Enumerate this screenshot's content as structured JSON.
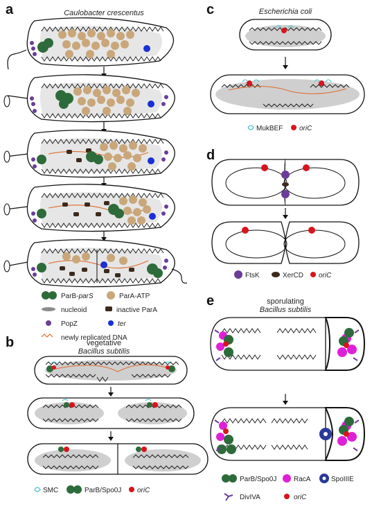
{
  "panels": {
    "a": {
      "letter": "a",
      "organism": "Caulobacter crescentus"
    },
    "b": {
      "letter": "b",
      "stage": "vegetative",
      "organism": "Bacillus subtilis"
    },
    "c": {
      "letter": "c",
      "organism": "Escherichia coli"
    },
    "d": {
      "letter": "d"
    },
    "e": {
      "letter": "e",
      "stage": "sporulating",
      "organism": "Bacillus subtilis"
    }
  },
  "legend_a": {
    "parb_pars": "ParB-",
    "parb_pars_it": "parS",
    "para_atp": "ParA-ATP",
    "nucleoid": "nucleoid",
    "inactive_para": "inactive ParA",
    "popz": "PopZ",
    "ter": "ter",
    "new_dna": "newly replicated DNA"
  },
  "legend_b": {
    "smc": "SMC",
    "parb": "ParB/Spo0J",
    "oric": "oriC"
  },
  "legend_c": {
    "mukbef": "MukBEF",
    "oric": "oriC"
  },
  "legend_d": {
    "ftsk": "FtsK",
    "xercd": "XerCD",
    "oric": "oriC"
  },
  "legend_e": {
    "parb": "ParB/Spo0J",
    "raca": "RacA",
    "spoiiie": "SpoIIIE",
    "diviva": "DivIVA",
    "oric": "oriC"
  },
  "colors": {
    "parb": "#2e6b3a",
    "para_atp": "#c9a77a",
    "inactive_para": "#3b2a1c",
    "popz": "#6a3d9a",
    "ter": "#1a2fd6",
    "new_dna": "#e06a2a",
    "oric": "#d8141c",
    "raca": "#e020d8",
    "ftsk": "#6a3d9a",
    "spoiiie": "#2a3a9a",
    "mukbef": "#40c0d0",
    "nucleoid": "#8c8c8c"
  }
}
